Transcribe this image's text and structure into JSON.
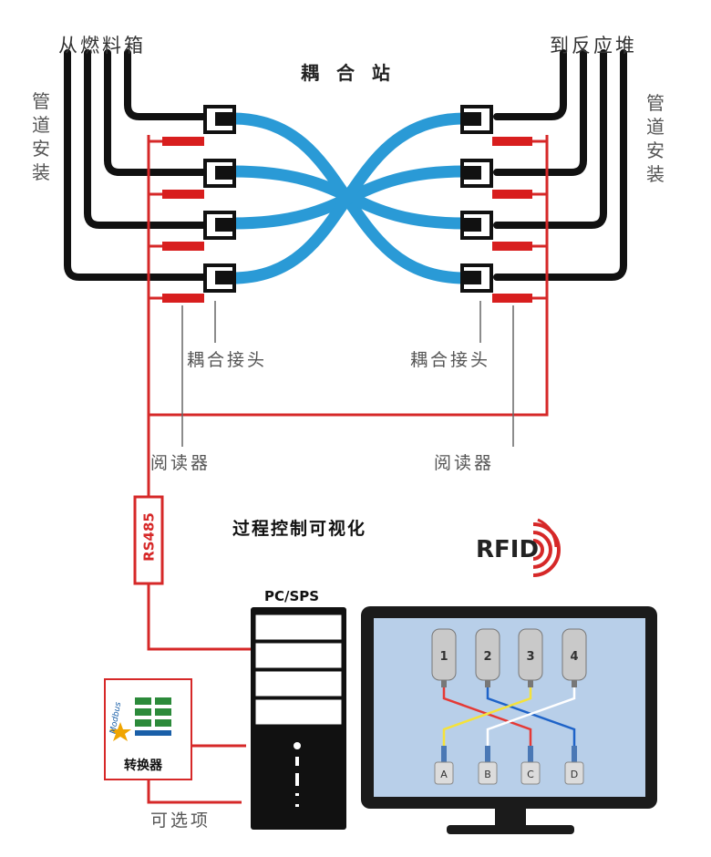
{
  "labels": {
    "from_tank": "从燃料箱",
    "to_reactor": "到反应堆",
    "coupling_station": "耦 合 站",
    "pipe_install_left": "管道安装",
    "pipe_install_right": "管道安装",
    "coupling_joint_left": "耦合接头",
    "coupling_joint_right": "耦合接头",
    "reader_left": "阅读器",
    "reader_right": "阅读器",
    "rs485": "RS485",
    "process_visualization": "过程控制可视化",
    "rfid": "RFID",
    "pc_sps": "PC/SPS",
    "converter": "转换器",
    "optional": "可选项",
    "modbus": "Modbus"
  },
  "monitor": {
    "tanks": [
      "1",
      "2",
      "3",
      "4"
    ],
    "outlets": [
      "A",
      "B",
      "C",
      "D"
    ],
    "line_colors": [
      "#e53935",
      "#1e63c8",
      "#f5e23a",
      "#ffffff"
    ]
  },
  "colors": {
    "pipe_black": "#111111",
    "hose_blue": "#2a9ad6",
    "sensor_red": "#d81e1e",
    "wire_red": "#d62828",
    "monitor_bezel": "#1b1b1b",
    "monitor_screen": "#b8cfe9"
  }
}
